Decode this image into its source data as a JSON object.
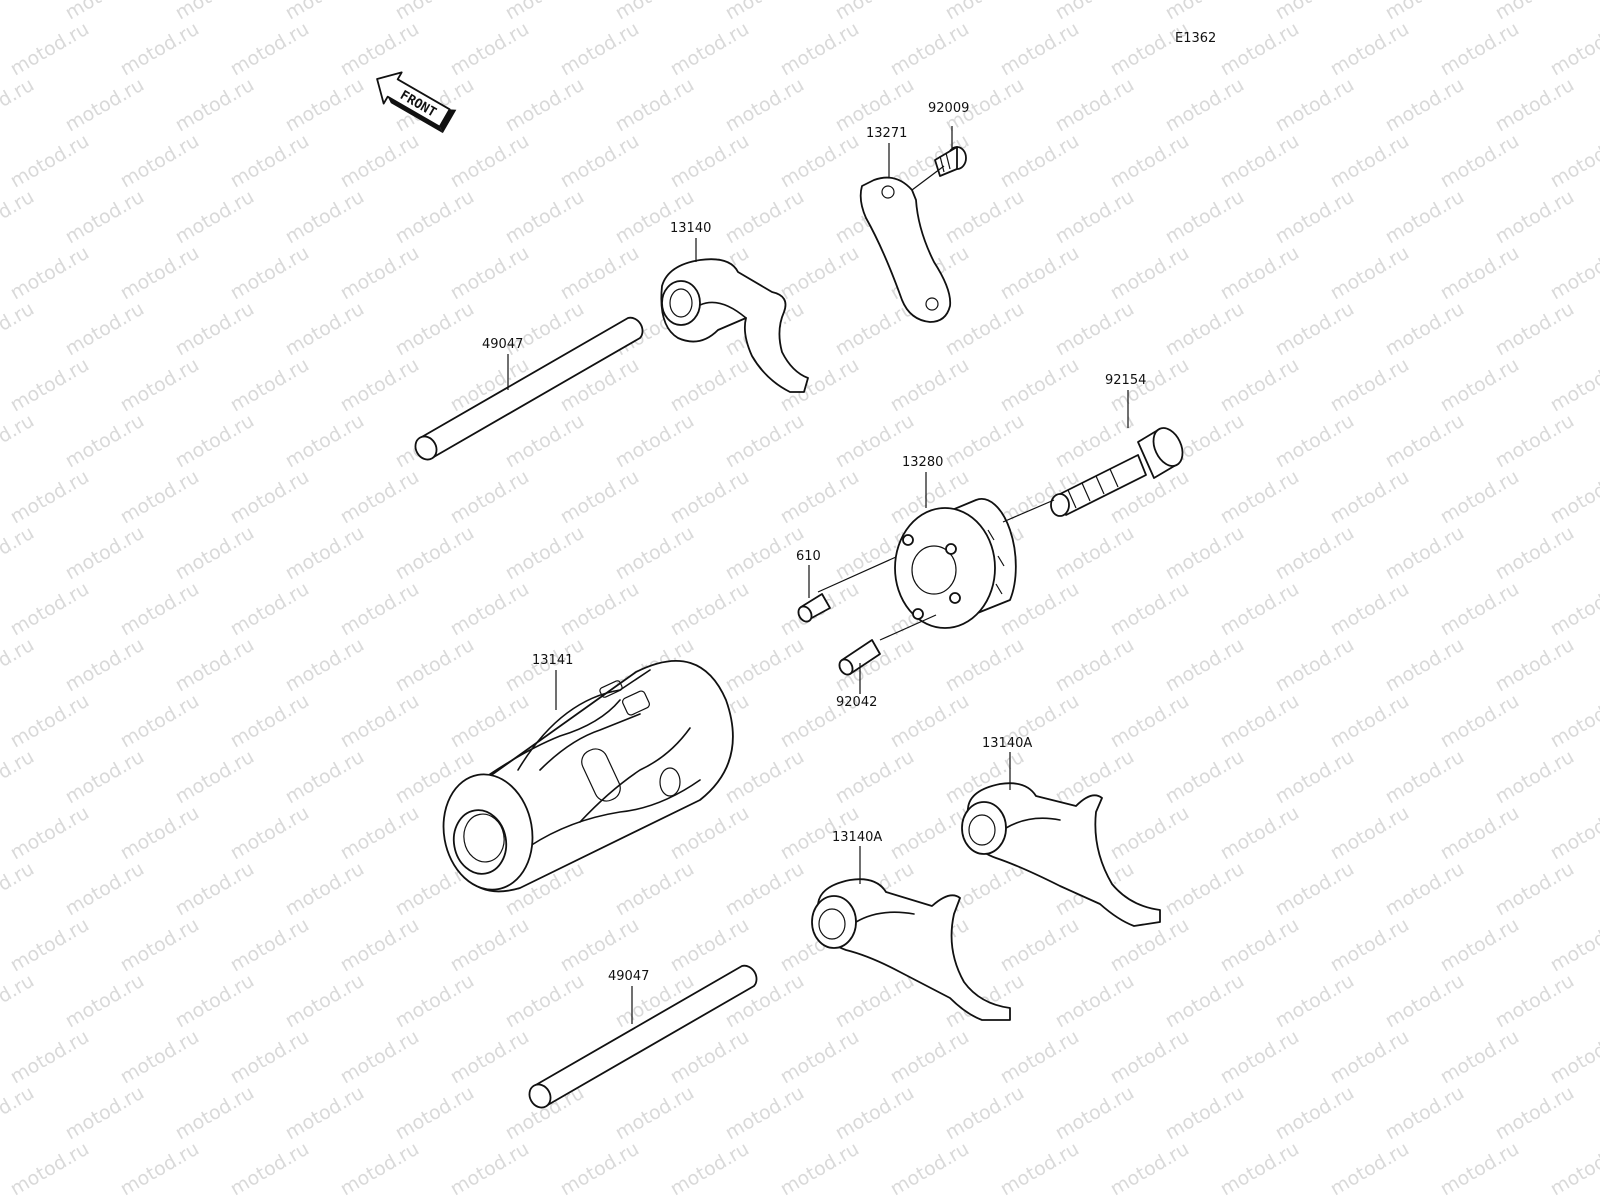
{
  "diagram": {
    "id": "E1362",
    "front_label": "FRONT",
    "watermark": "motod.ru",
    "parts": [
      {
        "name": "shaft-upper",
        "label": "49047"
      },
      {
        "name": "fork-upper",
        "label": "13140"
      },
      {
        "name": "plate",
        "label": "13271"
      },
      {
        "name": "screw",
        "label": "92009"
      },
      {
        "name": "bolt",
        "label": "92154"
      },
      {
        "name": "pin-holder",
        "label": "13280"
      },
      {
        "name": "pin-small",
        "label": "610"
      },
      {
        "name": "pin-long",
        "label": "92042"
      },
      {
        "name": "drum",
        "label": "13141"
      },
      {
        "name": "fork-right",
        "label": "13140A"
      },
      {
        "name": "fork-lower",
        "label": "13140A"
      },
      {
        "name": "shaft-lower",
        "label": "49047"
      }
    ]
  }
}
